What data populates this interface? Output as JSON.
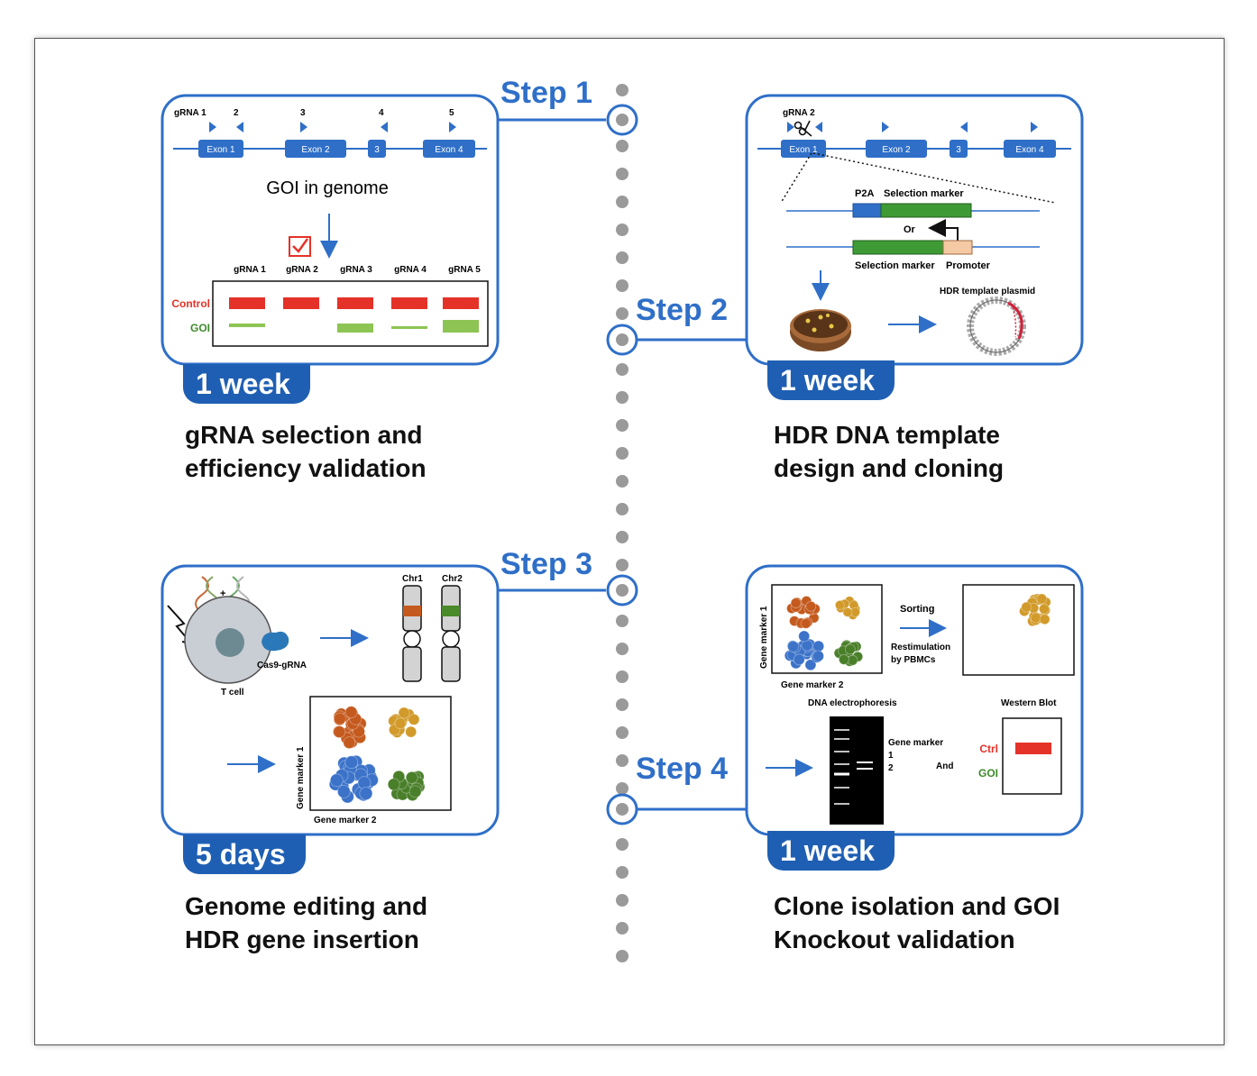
{
  "steps": [
    {
      "label": "Step 1",
      "duration": "1 week",
      "title_line1": "gRNA selection and",
      "title_line2": "efficiency validation"
    },
    {
      "label": "Step 2",
      "duration": "1 week",
      "title_line1": "HDR DNA template",
      "title_line2": "design and cloning"
    },
    {
      "label": "Step 3",
      "duration": "5 days",
      "title_line1": "Genome editing and",
      "title_line2": "HDR gene insertion"
    },
    {
      "label": "Step 4",
      "duration": "1 week",
      "title_line1": "Clone isolation and GOI",
      "title_line2": "Knockout validation"
    }
  ],
  "panel1": {
    "grna_labels": [
      "gRNA 1",
      "2",
      "3",
      "4",
      "5"
    ],
    "exons": [
      "Exon 1",
      "Exon 2",
      "3",
      "Exon 4"
    ],
    "genome_text": "GOI in genome",
    "columns": [
      "gRNA 1",
      "gRNA 2",
      "gRNA 3",
      "gRNA 4",
      "gRNA 5"
    ],
    "row_control": "Control",
    "row_goi": "GOI"
  },
  "panel2": {
    "grna_label": "gRNA 2",
    "exons": [
      "Exon 1",
      "Exon 2",
      "3",
      "Exon 4"
    ],
    "p2a": "P2A",
    "selection_marker_top": "Selection marker",
    "or": "Or",
    "selection_marker_bottom": "Selection marker",
    "promoter": "Promoter",
    "plasmid": "HDR template plasmid"
  },
  "panel3": {
    "cell": "T cell",
    "cas9": "Cas9-gRNA",
    "plus": "+",
    "chr1": "Chr1",
    "chr2": "Chr2",
    "ylabel": "Gene marker 1",
    "xlabel": "Gene marker 2"
  },
  "panel4": {
    "ylabel": "Gene marker 1",
    "xlabel": "Gene marker 2",
    "sorting": "Sorting",
    "restim1": "Restimulation",
    "restim2": "by PBMCs",
    "dna": "DNA electrophoresis",
    "western": "Western Blot",
    "gm": "Gene marker",
    "gm1": "1",
    "gm2": "2",
    "and": "And",
    "ctrl": "Ctrl",
    "goi": "GOI"
  },
  "colors": {
    "blue": "#2f6fc8",
    "dark_blue": "#1f5fb3",
    "red": "#e53228",
    "green": "#8dc453",
    "dark_green": "#3e8a2a",
    "orange": "#c55a1e",
    "gold": "#d19a2a",
    "cluster_blue": "#3c73c9",
    "cluster_green": "#4a7f2a"
  }
}
